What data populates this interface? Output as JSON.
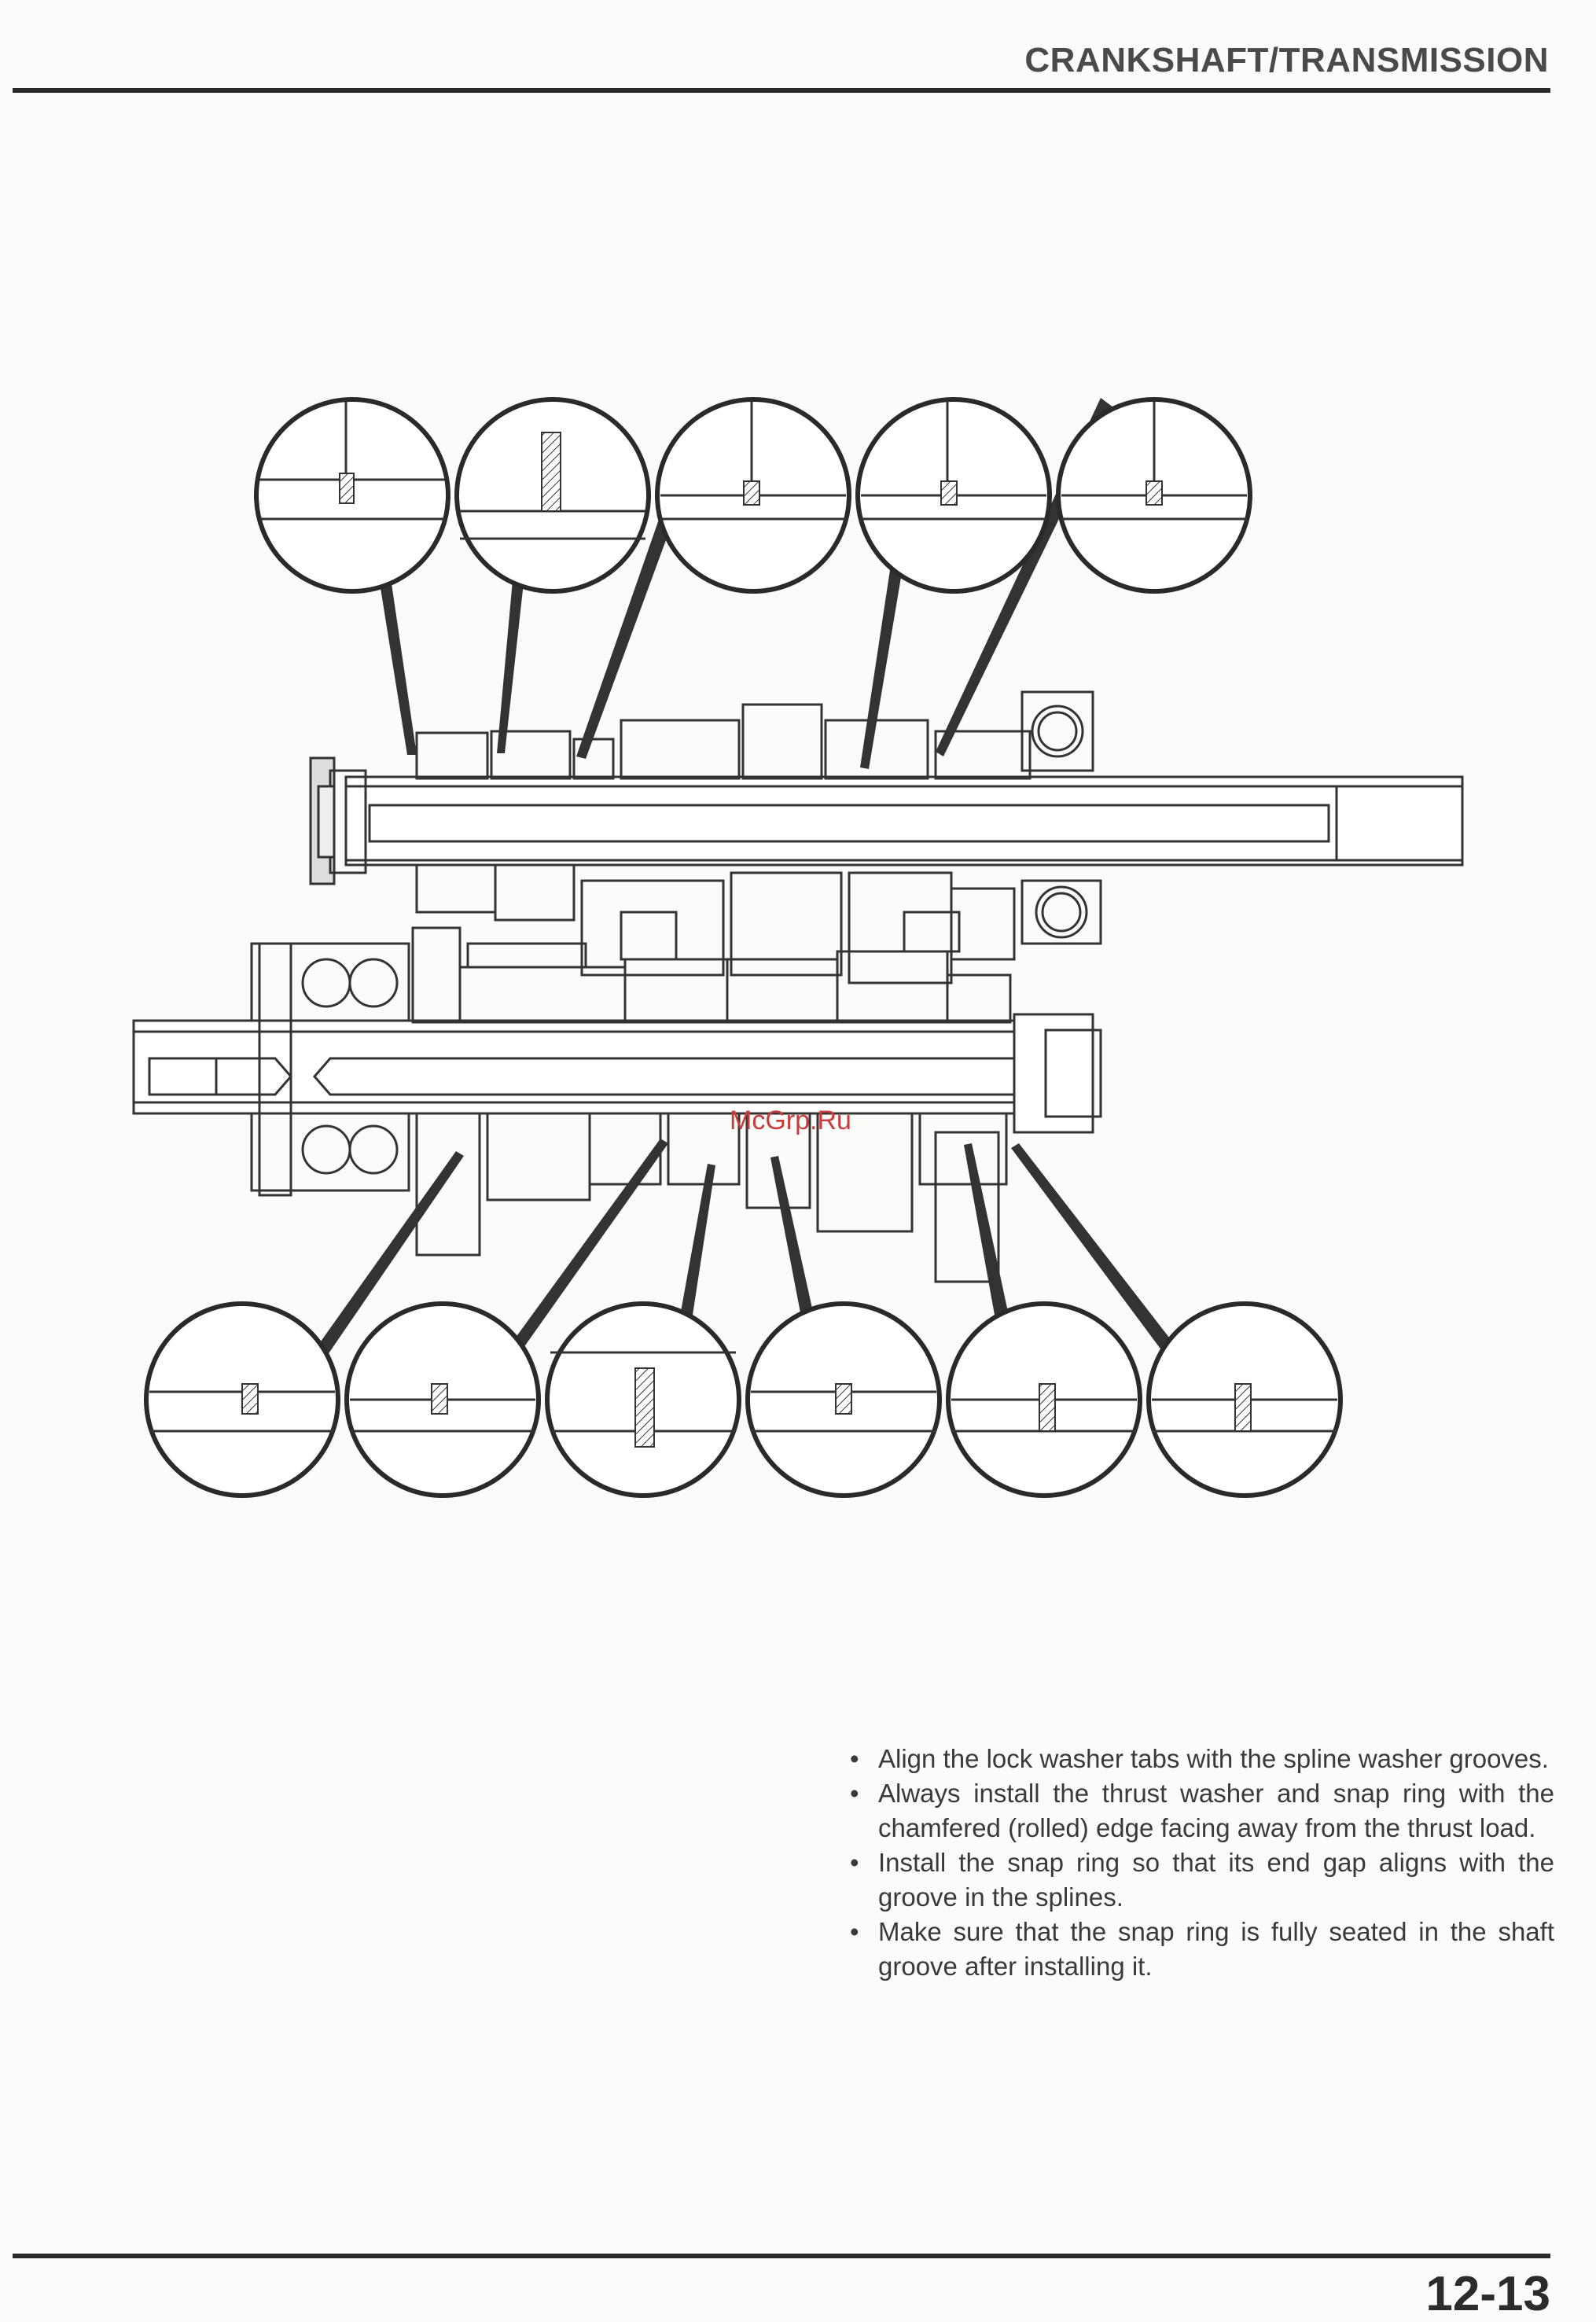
{
  "header": {
    "section_title": "CRANKSHAFT/TRANSMISSION"
  },
  "watermark": "McGrp.Ru",
  "notes": [
    "Align the lock washer tabs with the spline washer grooves.",
    "Always install the thrust washer and snap ring with the chamfered (rolled) edge facing away from the thrust load.",
    "Install the snap ring so that its end gap aligns with the groove in the splines.",
    "Make sure that the snap ring is fully seated in the shaft groove after installing it."
  ],
  "footer": {
    "page_number": "12-13"
  }
}
